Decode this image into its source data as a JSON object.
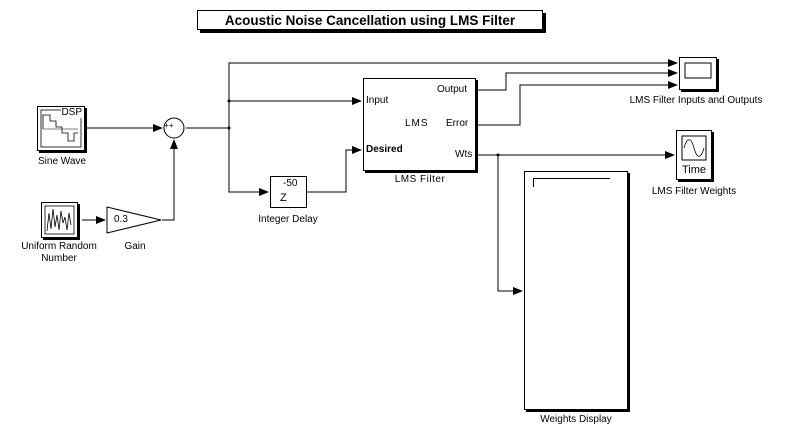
{
  "title": "Acoustic Noise Cancellation using LMS Filter",
  "blocks": {
    "sine_wave": {
      "label": "Sine Wave",
      "icon_text": "DSP"
    },
    "random": {
      "label_line1": "Uniform Random",
      "label_line2": "Number"
    },
    "gain": {
      "label": "Gain",
      "value": "0.3"
    },
    "sum": {
      "signs": "+ +"
    },
    "delay": {
      "label": "Integer Delay",
      "exponent": "-50",
      "symbol": "Z"
    },
    "lms": {
      "label": "LMS Filter",
      "center": "LMS",
      "in_input": "Input",
      "in_desired": "Desired",
      "out_output": "Output",
      "out_error": "Error",
      "out_wts": "Wts"
    },
    "scope_io": {
      "label": "LMS Filter Inputs and Outputs"
    },
    "scope_weights": {
      "label": "LMS Filter Weights",
      "icon_text": "Time"
    },
    "weights_display": {
      "label": "Weights Display"
    }
  }
}
